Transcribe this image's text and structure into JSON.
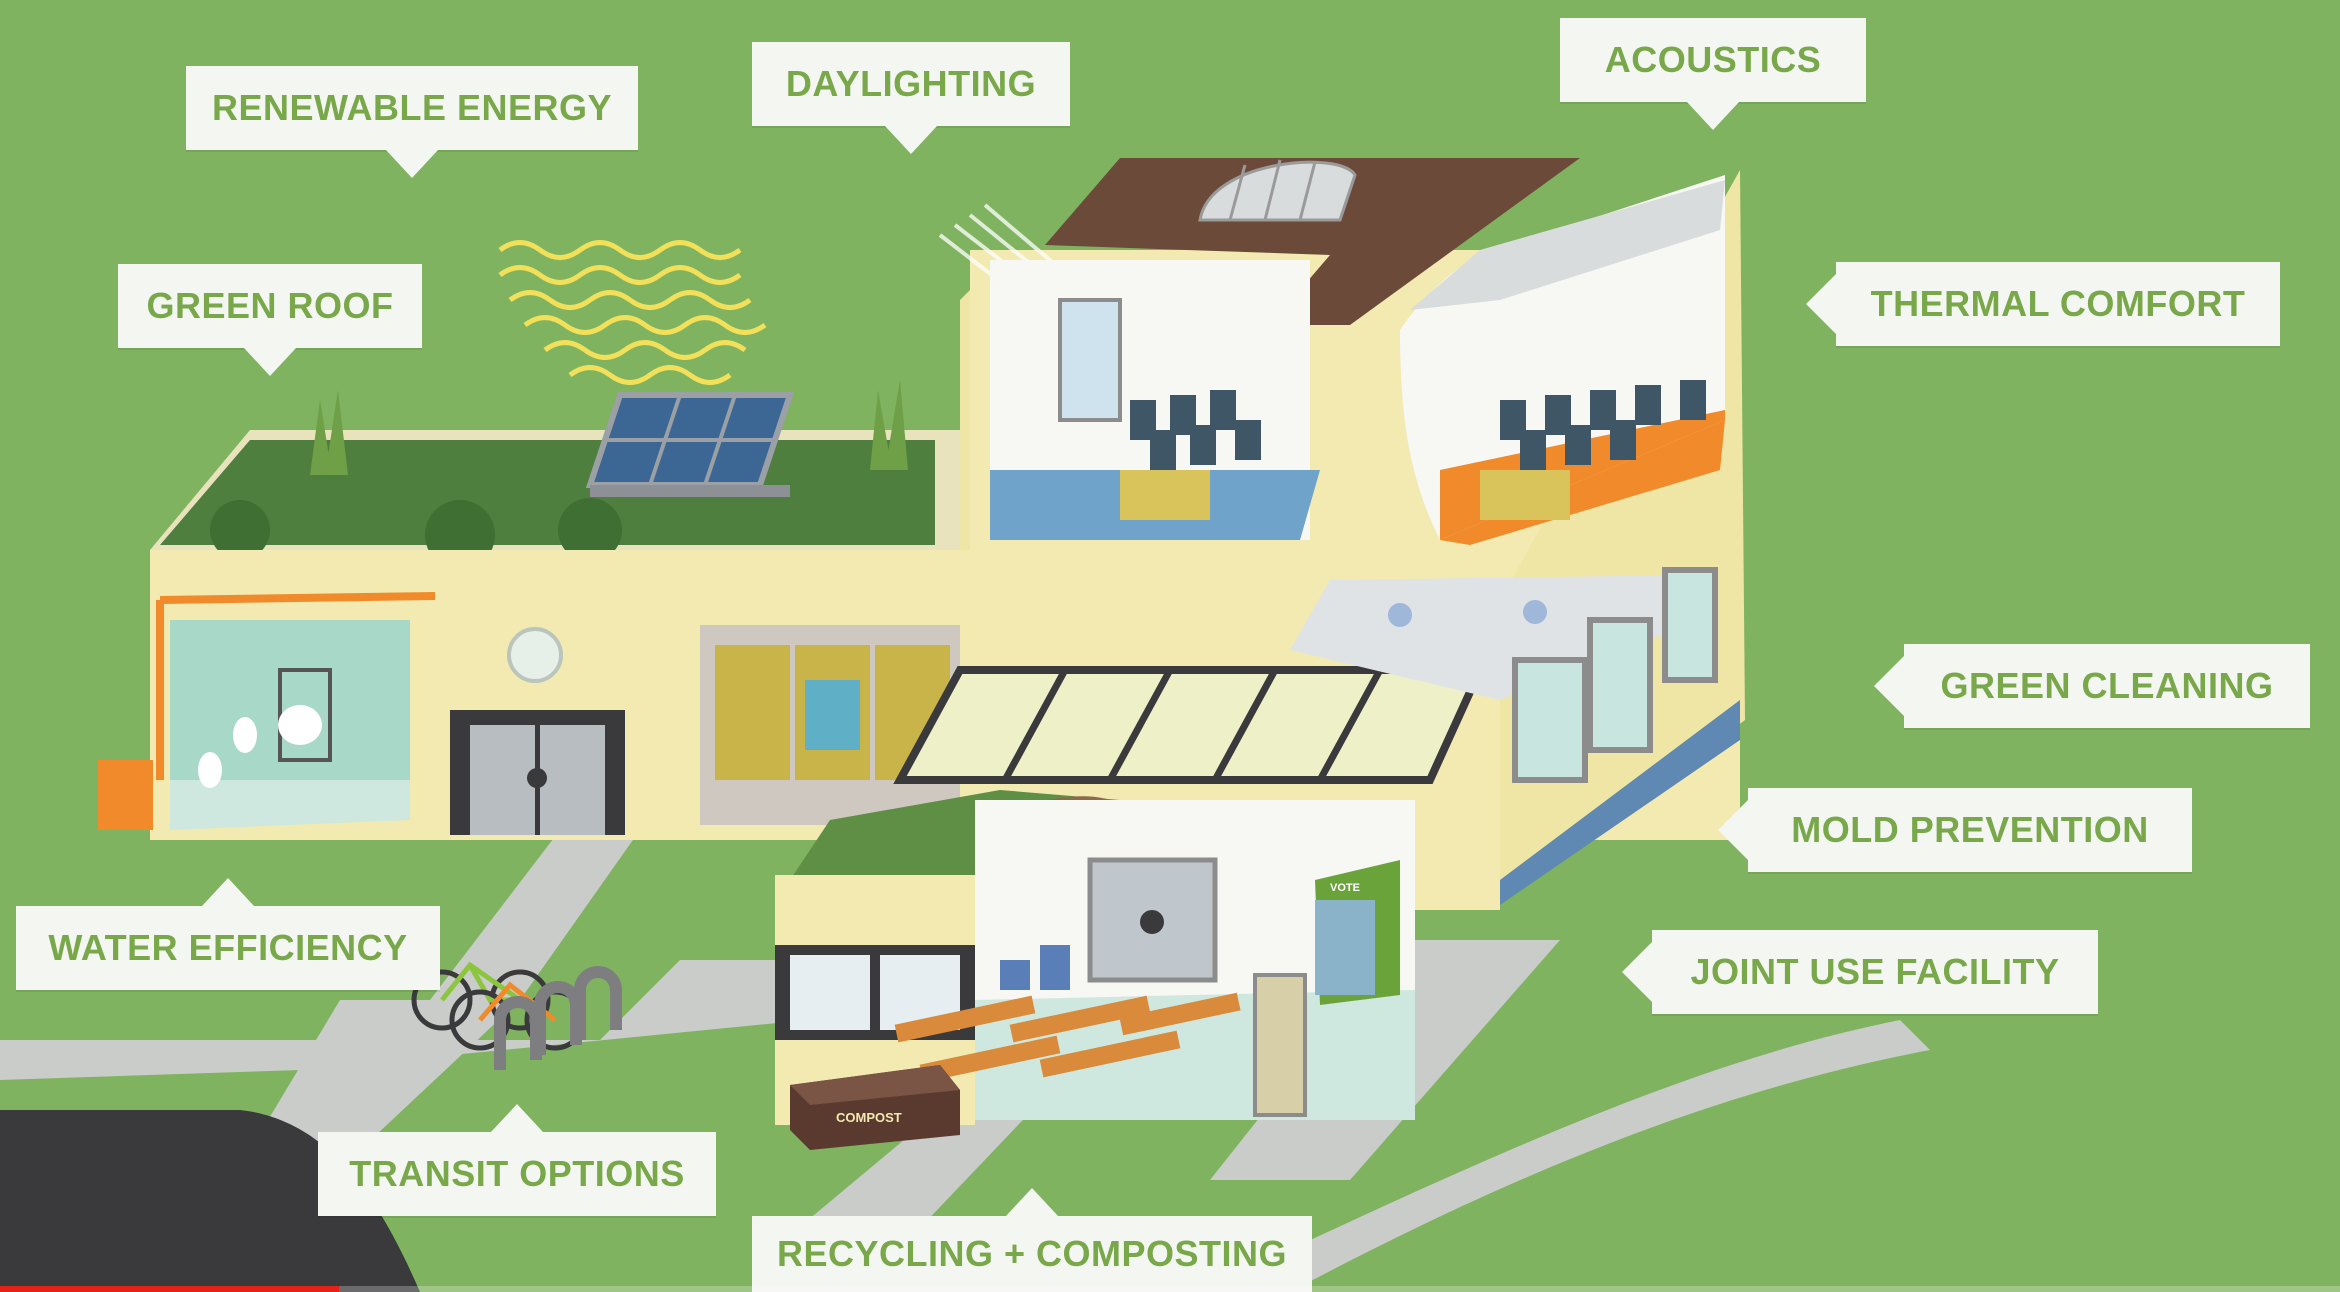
{
  "diagram": {
    "callouts": {
      "renewable_energy": "RENEWABLE ENERGY",
      "daylighting": "DAYLIGHTING",
      "acoustics": "ACOUSTICS",
      "green_roof": "GREEN ROOF",
      "thermal_comfort": "THERMAL COMFORT",
      "green_cleaning": "GREEN CLEANING",
      "mold_prevention": "MOLD PREVENTION",
      "joint_use_facility": "JOINT USE FACILITY",
      "water_efficiency": "WATER EFFICIENCY",
      "transit_options": "TRANSIT OPTIONS",
      "recycling_composting": "RECYCLING + COMPOSTING"
    },
    "illustration_labels": {
      "compost_bin": "COMPOST",
      "vote_booth": "VOTE"
    }
  },
  "video_player": {
    "progress_fraction": 0.145
  },
  "colors": {
    "background_green": "#7fb35f",
    "label_text_green": "#79a84a",
    "wall_cream": "#f2eab0",
    "roof_brown": "#6b4a3a",
    "accent_orange": "#f08a2a",
    "progress_red": "#e62117"
  }
}
